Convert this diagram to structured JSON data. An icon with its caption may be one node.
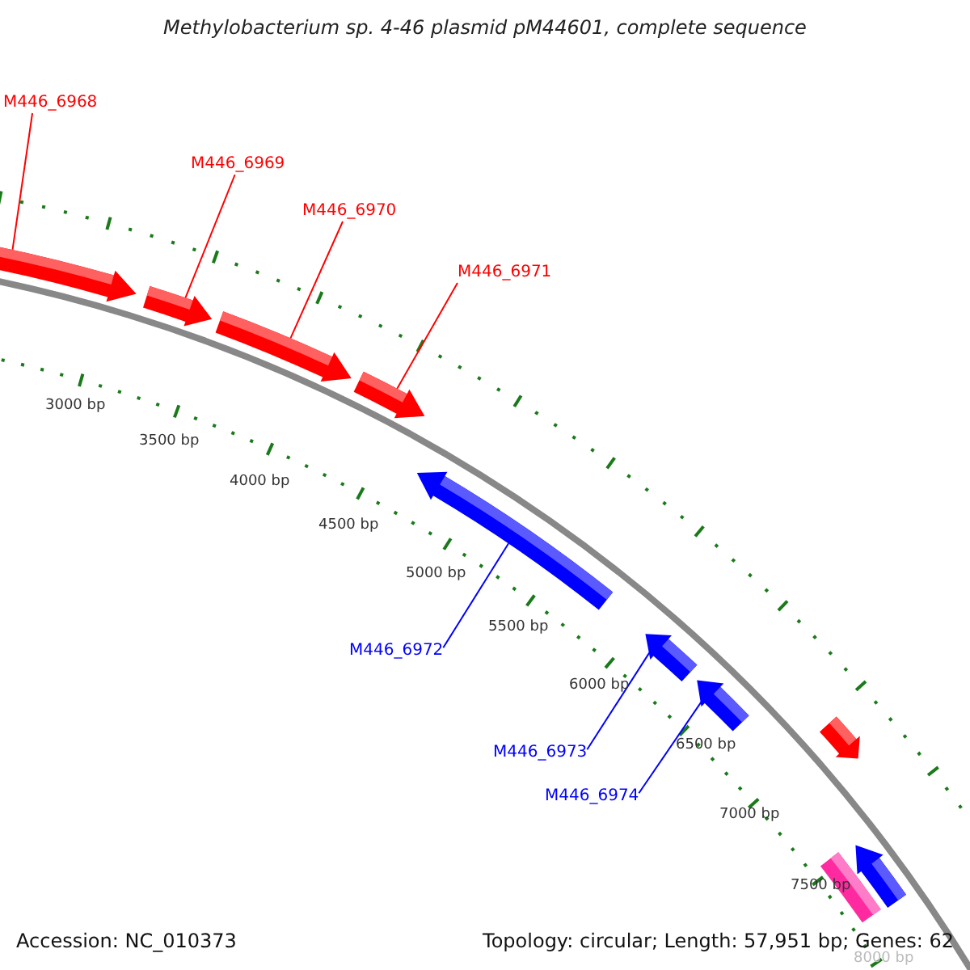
{
  "diagram": {
    "title": "Methylobacterium sp. 4-46 plasmid pM44601, complete sequence",
    "nodes": [
      {
        "text": [
          "M446_6968"
        ]
      },
      {
        "text": [
          "M446_6969"
        ]
      },
      {
        "text": [
          "M446_6970"
        ]
      },
      {
        "text": [
          "M446_6971"
        ]
      },
      {
        "text": [],
        "shape": "arrow"
      },
      {
        "text": [],
        "shape": "arrow"
      },
      {
        "text": [],
        "shape": "arrow"
      },
      {
        "text": [],
        "shape": "arrow"
      },
      {
        "text": [
          "M446_6972"
        ]
      },
      {
        "text": [
          "M446_6973"
        ]
      },
      {
        "text": [
          "M446_6974"
        ]
      },
      {
        "text": [],
        "shape": "arrow"
      },
      {
        "text": [],
        "shape": "arrow"
      },
      {
        "text": [],
        "shape": "arrow"
      },
      {
        "text": [],
        "shape": "arrow"
      },
      {
        "text": [],
        "shape": "arrow"
      },
      {
        "text": [],
        "shape": "bar"
      }
    ],
    "edges": [
      {
        "from": 0,
        "to": 4,
        "arrow": "none"
      },
      {
        "from": 1,
        "to": 5,
        "arrow": "none"
      },
      {
        "from": 2,
        "to": 6,
        "arrow": "none"
      },
      {
        "from": 3,
        "to": 7,
        "arrow": "none"
      },
      {
        "from": 8,
        "to": 11,
        "arrow": "none",
        "color": "#0000ff"
      },
      {
        "from": 9,
        "to": 12,
        "arrow": "none",
        "color": "#0000ff"
      },
      {
        "from": 10,
        "to": 13,
        "arrow": "none",
        "color": "#0000ff"
      }
    ],
    "labels": [
      "3000 bp",
      "3500 bp",
      "4000 bp",
      "4500 bp",
      "5000 bp",
      "5500 bp",
      "6000 bp",
      "6500 bp",
      "7000 bp",
      "7500 bp",
      "8000 bp",
      "Accession: NC_010373",
      "Topology: circular; Length: 57,951 bp; Genes: 62"
    ]
  }
}
